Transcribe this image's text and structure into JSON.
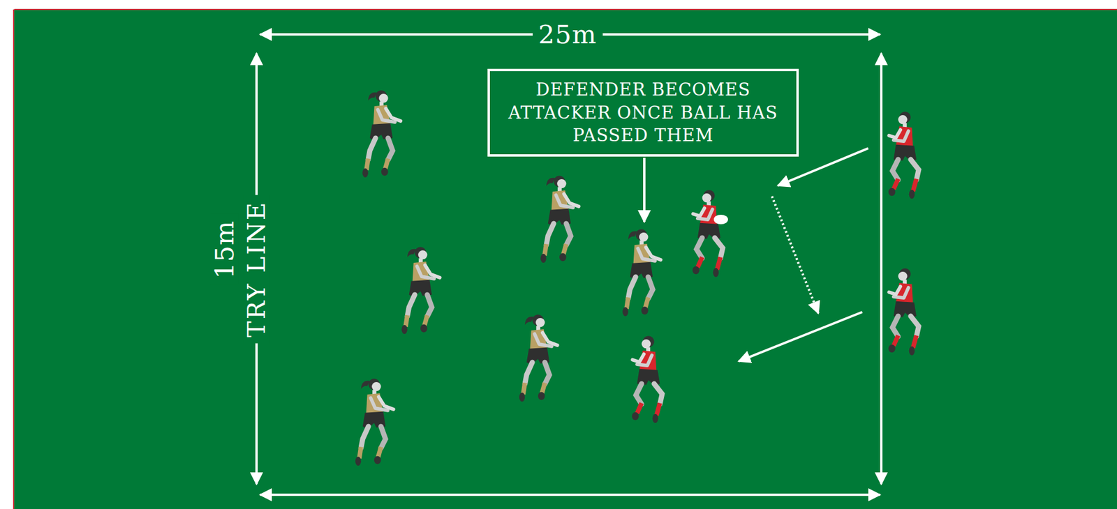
{
  "diagram": {
    "nodes": [
      {
        "text": [
          "DEFENDER BECOMES ATTACKER ONCE BALL HAS PASSED THEM"
        ]
      }
    ],
    "labels": [
      "25m",
      "15m",
      "TRY LINE"
    ]
  }
}
